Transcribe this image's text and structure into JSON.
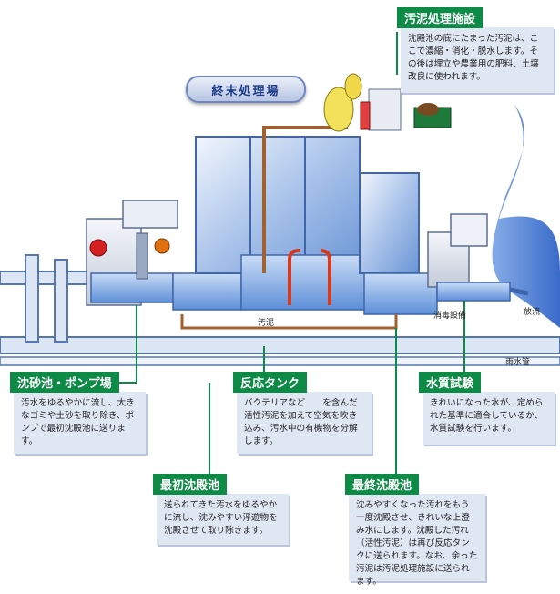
{
  "title": "終末処理場",
  "labels": {
    "sludge": "汚泥",
    "disinfection": "消毒設備",
    "discharge": "放流",
    "rain_pipe": "雨水管"
  },
  "callouts": {
    "sludge_facility": {
      "heading": "汚泥処理施設",
      "text": "沈殿池の底にたまった汚泥は、ここで濃縮・消化・脱水します。その後は埋立や農業用の肥料、土壌改良に使われます。"
    },
    "grit_pump": {
      "heading": "沈砂池・ポンプ場",
      "text": "汚水をゆるやかに流し、大きなゴミや土砂を取り除き、ポンプで最初沈殿池に送ります。"
    },
    "reaction_tank": {
      "heading": "反応タンク",
      "text": "バクテリアなど　　を含んだ活性汚泥を加えて空気を吹き込み、汚水中の有機物を分解します。"
    },
    "water_test": {
      "heading": "水質試験",
      "text": "きれいになった水が、定められた基準に適合しているか、水質試験を行います。"
    },
    "primary_settling": {
      "heading": "最初沈殿池",
      "text": "送られてきた汚水をゆるやかに流し、沈みやすい浮遊物を沈殿させて取り除きます。"
    },
    "final_settling": {
      "heading": "最終沈殿池",
      "text": "沈みやすくなった汚れをもう一度沈殿させ、きれいな上澄み水にします。沈殿した汚れ（活性汚泥）は再び反応タンクに送られます。なお、余った汚泥は汚泥処理施設に送られます。"
    }
  }
}
